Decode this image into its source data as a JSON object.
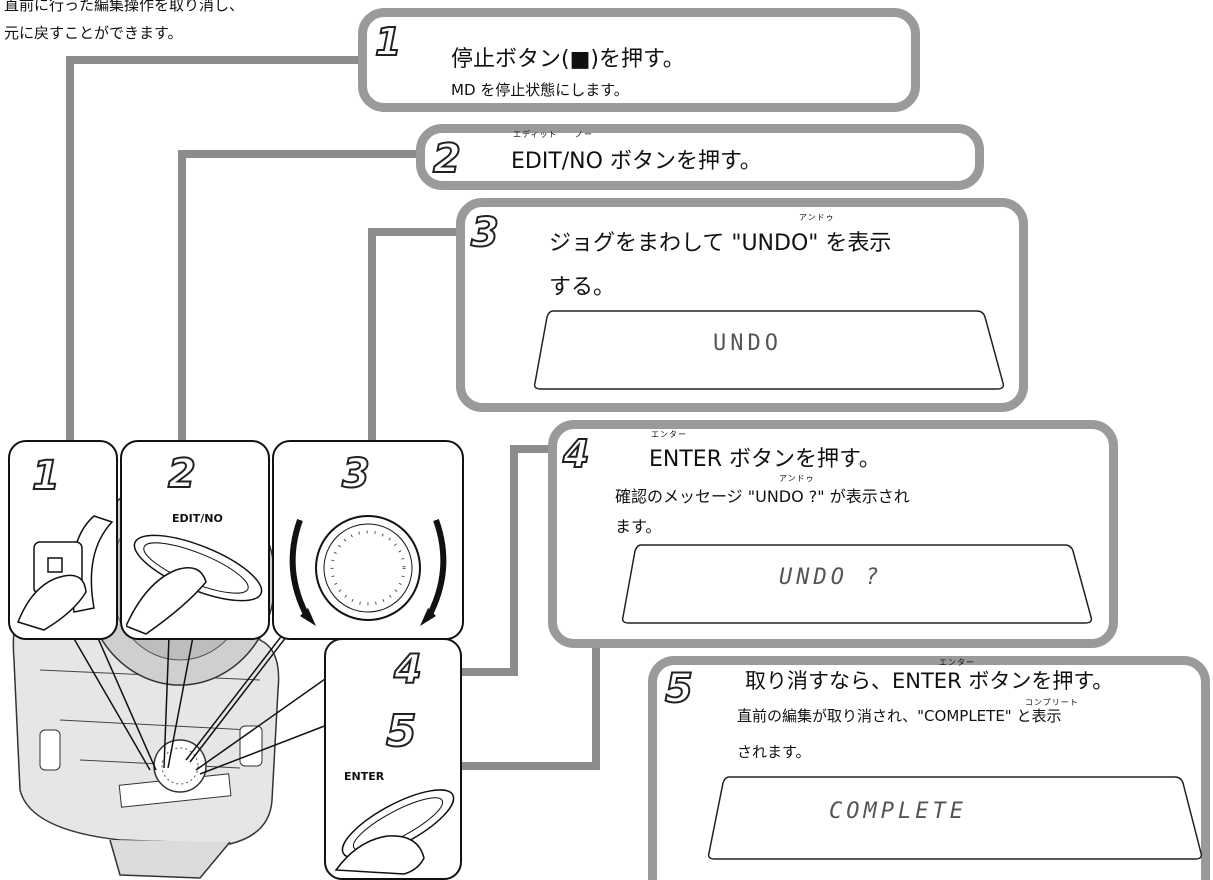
{
  "top_note": {
    "line1": "直前に行った編集操作を取り消し、",
    "line2": "元に戻すことができます。"
  },
  "steps": [
    {
      "number": "1",
      "title": "停止ボタン(■)を押す。",
      "description": "MD を停止状態にします。"
    },
    {
      "number": "2",
      "ruby1": "エディット",
      "ruby2": "ノー",
      "title": "EDIT/NO ボタンを押す。"
    },
    {
      "number": "3",
      "ruby": "アンドゥ",
      "title_line1": "ジョグをまわして \"UNDO\" を表示",
      "title_line2": "する。",
      "display": "UNDO"
    },
    {
      "number": "4",
      "ruby": "エンター",
      "title": "ENTER ボタンを押す。",
      "desc_ruby": "アンドゥ",
      "desc_line1": "確認のメッセージ \"UNDO ?\" が表示され",
      "desc_line2": "ます。",
      "display": "UNDO ?"
    },
    {
      "number": "5",
      "ruby": "エンター",
      "title": "取り消すなら、ENTER ボタンを押す。",
      "desc_ruby": "コンプリート",
      "desc_line1": "直前の編集が取り消され、\"COMPLETE\" と表示",
      "desc_line2": "されます。",
      "display": "COMPLETE"
    }
  ],
  "illustration": {
    "panel_numbers": [
      "1",
      "2",
      "3",
      "4",
      "5"
    ],
    "label_edit_no": "EDIT/NO",
    "label_enter": "ENTER"
  }
}
